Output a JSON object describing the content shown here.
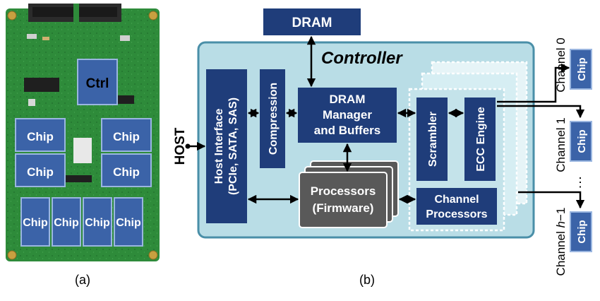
{
  "panel_a": {
    "caption": "(a)",
    "ctrl_label": "Ctrl",
    "chip_label": "Chip"
  },
  "panel_b": {
    "caption": "(b)",
    "host": "HOST",
    "dram": "DRAM",
    "controller": "Controller",
    "host_interface": [
      "Host Interface",
      "(PCIe, SATA, SAS)"
    ],
    "compression": "Compression",
    "dram_manager": [
      "DRAM",
      "Manager",
      "and Buffers"
    ],
    "processors": [
      "Processors",
      "(Firmware)"
    ],
    "scrambler": "Scrambler",
    "ecc_engine": "ECC Engine",
    "channel_processors": [
      "Channel",
      "Processors"
    ],
    "channel_0": "Channel 0",
    "channel_1": "Channel 1",
    "channel_h_prefix": "Channel ",
    "channel_h_var": "h",
    "channel_h_suffix": "−1",
    "ellipsis": "⋮",
    "chip_label": "Chip"
  },
  "colors": {
    "navy": "#1f3d7a",
    "controller_bg": "#b9dde6",
    "controller_border": "#4a8fa8",
    "processors_gray": "#595959",
    "pcb_green": "#2e8b3a"
  }
}
